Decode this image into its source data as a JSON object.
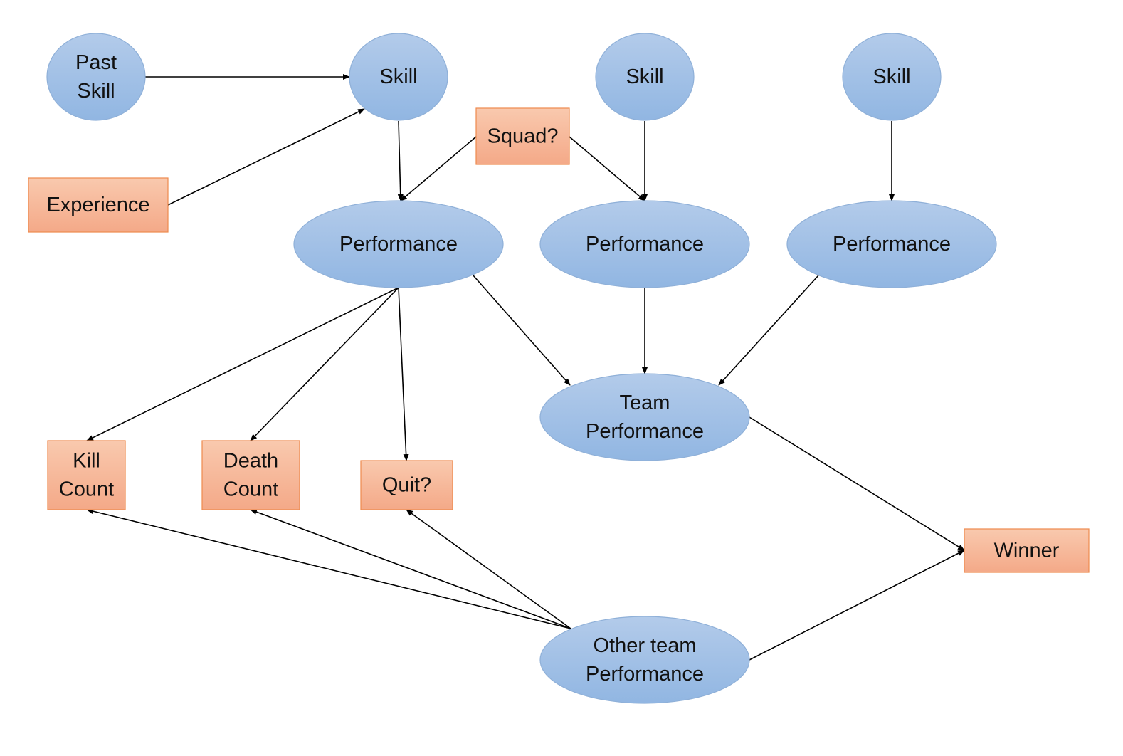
{
  "colors": {
    "ellipse_fill_top": "#b3cbea",
    "ellipse_fill_bottom": "#91b6e2",
    "rect_fill_top": "#f9c9ae",
    "rect_fill_bottom": "#f4a988",
    "edge": "#000000"
  },
  "nodes": [
    {
      "id": "past-skill",
      "shape": "ellipse",
      "lines": [
        "Past",
        "Skill"
      ]
    },
    {
      "id": "skill-1",
      "shape": "ellipse",
      "lines": [
        "Skill"
      ]
    },
    {
      "id": "skill-2",
      "shape": "ellipse",
      "lines": [
        "Skill"
      ]
    },
    {
      "id": "skill-3",
      "shape": "ellipse",
      "lines": [
        "Skill"
      ]
    },
    {
      "id": "experience",
      "shape": "rect",
      "lines": [
        "Experience"
      ]
    },
    {
      "id": "squad",
      "shape": "rect",
      "lines": [
        "Squad?"
      ]
    },
    {
      "id": "performance-1",
      "shape": "ellipse",
      "lines": [
        "Performance"
      ]
    },
    {
      "id": "performance-2",
      "shape": "ellipse",
      "lines": [
        "Performance"
      ]
    },
    {
      "id": "performance-3",
      "shape": "ellipse",
      "lines": [
        "Performance"
      ]
    },
    {
      "id": "team-performance",
      "shape": "ellipse",
      "lines": [
        "Team",
        "Performance"
      ]
    },
    {
      "id": "kill-count",
      "shape": "rect",
      "lines": [
        "Kill",
        "Count"
      ]
    },
    {
      "id": "death-count",
      "shape": "rect",
      "lines": [
        "Death",
        "Count"
      ]
    },
    {
      "id": "quit",
      "shape": "rect",
      "lines": [
        "Quit?"
      ]
    },
    {
      "id": "winner",
      "shape": "rect",
      "lines": [
        "Winner"
      ]
    },
    {
      "id": "other-team-performance",
      "shape": "ellipse",
      "lines": [
        "Other team",
        "Performance"
      ]
    }
  ],
  "edges": [
    {
      "from": "past-skill",
      "to": "skill-1"
    },
    {
      "from": "experience",
      "to": "skill-1"
    },
    {
      "from": "skill-1",
      "to": "performance-1"
    },
    {
      "from": "squad",
      "to": "performance-1"
    },
    {
      "from": "squad",
      "to": "performance-2"
    },
    {
      "from": "skill-2",
      "to": "performance-2"
    },
    {
      "from": "skill-3",
      "to": "performance-3"
    },
    {
      "from": "performance-1",
      "to": "kill-count"
    },
    {
      "from": "performance-1",
      "to": "death-count"
    },
    {
      "from": "performance-1",
      "to": "quit"
    },
    {
      "from": "performance-1",
      "to": "team-performance"
    },
    {
      "from": "performance-2",
      "to": "team-performance"
    },
    {
      "from": "performance-3",
      "to": "team-performance"
    },
    {
      "from": "team-performance",
      "to": "winner"
    },
    {
      "from": "other-team-performance",
      "to": "winner"
    },
    {
      "from": "other-team-performance",
      "to": "kill-count"
    },
    {
      "from": "other-team-performance",
      "to": "death-count"
    },
    {
      "from": "other-team-performance",
      "to": "quit"
    }
  ]
}
